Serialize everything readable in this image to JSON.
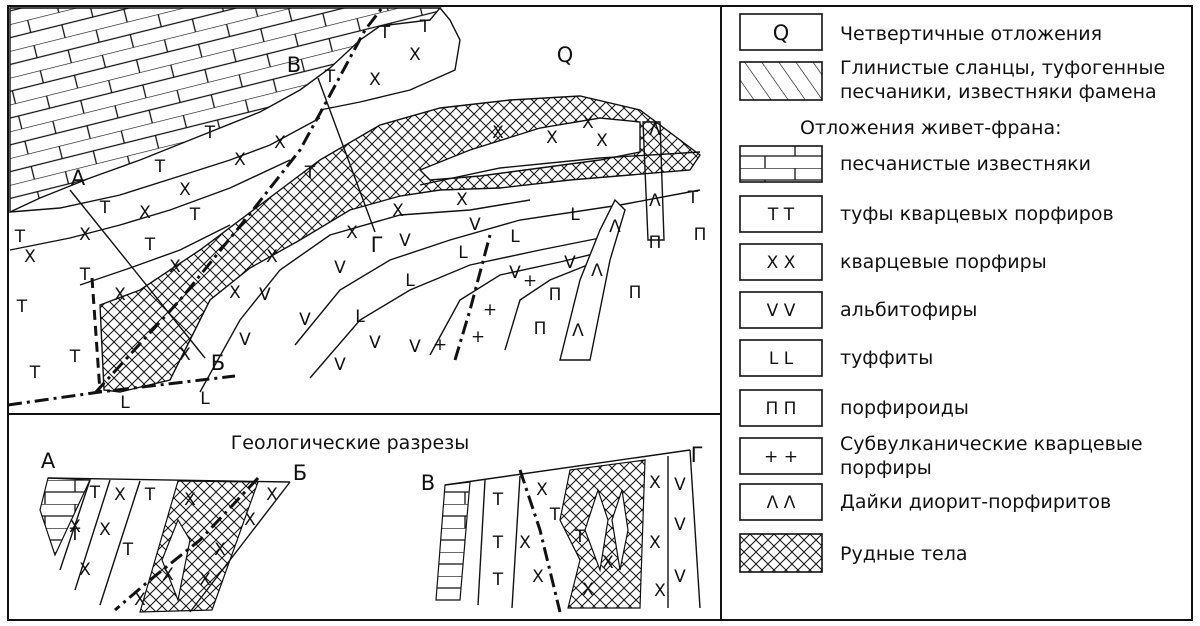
{
  "map": {
    "q_label": "Q",
    "point_labels": {
      "a": "А",
      "b": "Б",
      "v": "В",
      "g": "Г"
    },
    "symbols": {
      "tuff": "Т",
      "porphyry": "Х",
      "albitophyre": "V",
      "tuffite": "L",
      "porphyroid": "П",
      "subvolcanic": "+",
      "dyke": "Λ"
    }
  },
  "sections": {
    "title": "Геологические разрезы",
    "ab_start": "А",
    "ab_end": "Б",
    "vg_start": "В",
    "vg_end": "Г"
  },
  "legend": {
    "items": [
      {
        "symbol": "Q",
        "text": "Четвертичные отложения"
      },
      {
        "symbol": "",
        "text": "Глинистые  сланцы, туфогенные",
        "text2": "песчаники, известняки фамена"
      },
      {
        "header": "Отложения живет-франа:"
      },
      {
        "symbol": "",
        "text": "песчанистые известняки"
      },
      {
        "symbol": "Т   Т",
        "text": "туфы кварцевых порфиров"
      },
      {
        "symbol": "Х   Х",
        "text": "кварцевые порфиры"
      },
      {
        "symbol": "V   V",
        "text": "альбитофиры"
      },
      {
        "symbol": "L     L",
        "text": "туффиты"
      },
      {
        "symbol": "П   П",
        "text": "порфироиды"
      },
      {
        "symbol": "+    +",
        "text": "Субвулканические кварцевые",
        "text2": "порфиры"
      },
      {
        "symbol": "Λ   Λ",
        "text": "Дайки диорит-порфиритов"
      },
      {
        "symbol": "",
        "text": "Рудные тела"
      }
    ]
  }
}
